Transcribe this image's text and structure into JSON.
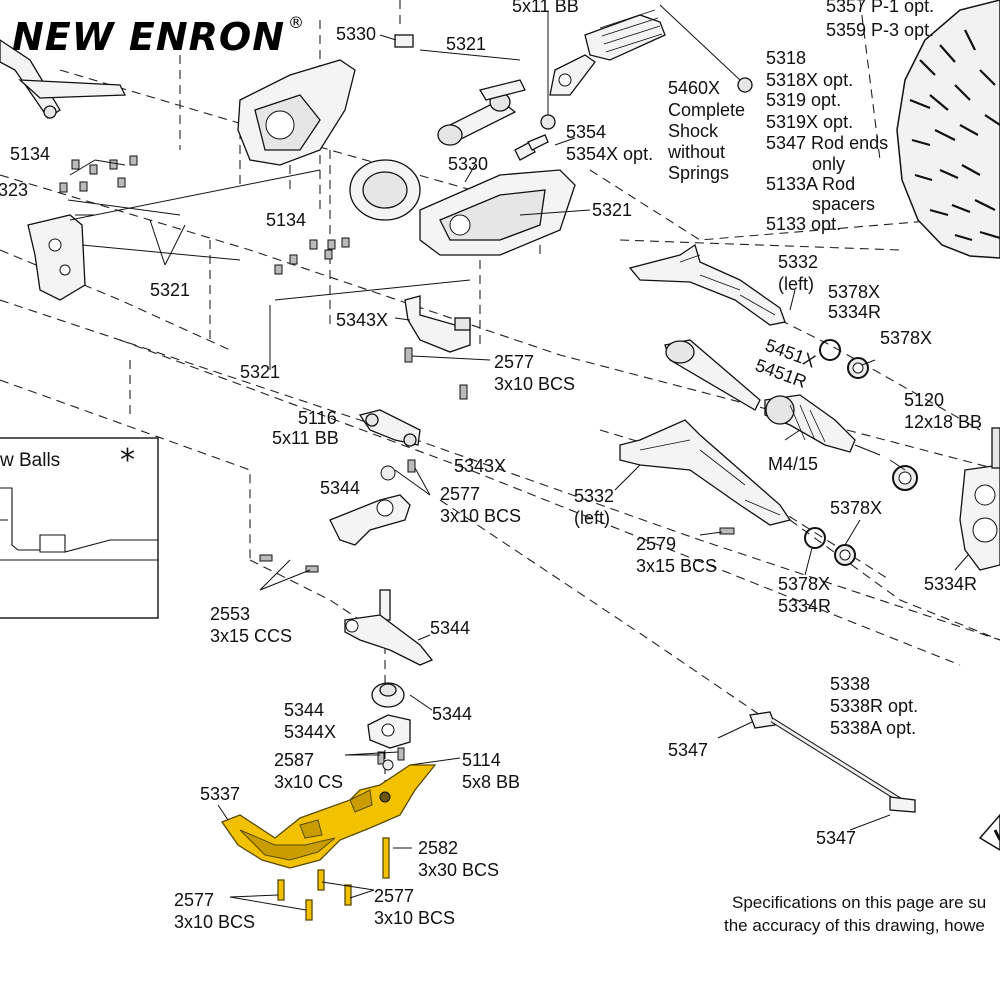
{
  "brand": {
    "name": "NEW ENRON",
    "registered_mark": "®"
  },
  "inset": {
    "title": "w Balls",
    "marker": "*"
  },
  "labels": {
    "l_5x11bb_top": "5x11 BB",
    "l_5357": "5357 P-1 opt.",
    "l_5359": "5359 P-3 opt.",
    "l_5330a": "5330",
    "l_5321a": "5321",
    "l_5318a": "5318",
    "l_5318x": "5318X opt.",
    "l_5319": "5319 opt.",
    "l_5319x": "5319X opt.",
    "l_5347rod": "5347 Rod ends",
    "l_only": "only",
    "l_5133a": "5133A Rod",
    "l_spacers": "spacers",
    "l_5133": "5133 opt.",
    "l_5460x": "5460X",
    "l_complete": "Complete",
    "l_shock": "Shock",
    "l_without": "without",
    "l_springs": "Springs",
    "l_5354": "5354",
    "l_5354x": "5354X opt.",
    "l_5134a": "5134",
    "l_323": "323",
    "l_5330b": "5330",
    "l_5321b": "5321",
    "l_5134b": "5134",
    "l_5321c": "5321",
    "l_5321d": "5321",
    "l_5332a": "5332",
    "l_left_a": "(left)",
    "l_5378x_a": "5378X",
    "l_5334r_a": "5334R",
    "l_5378x_b": "5378X",
    "l_5343x_a": "5343X",
    "l_2577a": "2577",
    "l_3x10bcs_a": "3x10 BCS",
    "l_5451x": "5451X",
    "l_5451r": "5451R",
    "l_5120": "5120",
    "l_12x18bb": "12x18 BB",
    "l_5116": "5116",
    "l_5x11bb": "5x11 BB",
    "l_5343x_b": "5343X",
    "l_m415": "M4/15",
    "l_5344a": "5344",
    "l_2577b": "2577",
    "l_3x10bcs_b": "3x10 BCS",
    "l_5332b": "5332",
    "l_left_b": "(left)",
    "l_5378x_c": "5378X",
    "l_2579": "2579",
    "l_3x15bcs": "3x15 BCS",
    "l_5378x_d": "5378X",
    "l_5334r_b": "5334R",
    "l_5334r_c": "5334R",
    "l_2553": "2553",
    "l_3x15ccs": "3x15 CCS",
    "l_5344b": "5344",
    "l_5338": "5338",
    "l_5338r": "5338R opt.",
    "l_5338a": "5338A opt.",
    "l_5344c": "5344",
    "l_5344x": "5344X",
    "l_5344d": "5344",
    "l_5347a": "5347",
    "l_2587": "2587",
    "l_3x10cs": "3x10 CS",
    "l_5114": "5114",
    "l_5x8bb": "5x8 BB",
    "l_5337": "5337",
    "l_2582": "2582",
    "l_3x30bcs": "3x30 BCS",
    "l_5347b": "5347",
    "l_2577c": "2577",
    "l_3x10bcs_c": "3x10 BCS",
    "l_2577d": "2577",
    "l_3x10bcs_d": "3x10 BCS"
  },
  "spec_note": {
    "line1": "Specifications on this page are su",
    "line2": "the accuracy of this drawing, howe"
  },
  "colors": {
    "highlight": "#f2c200",
    "ink": "#111111",
    "background": "#ffffff"
  }
}
